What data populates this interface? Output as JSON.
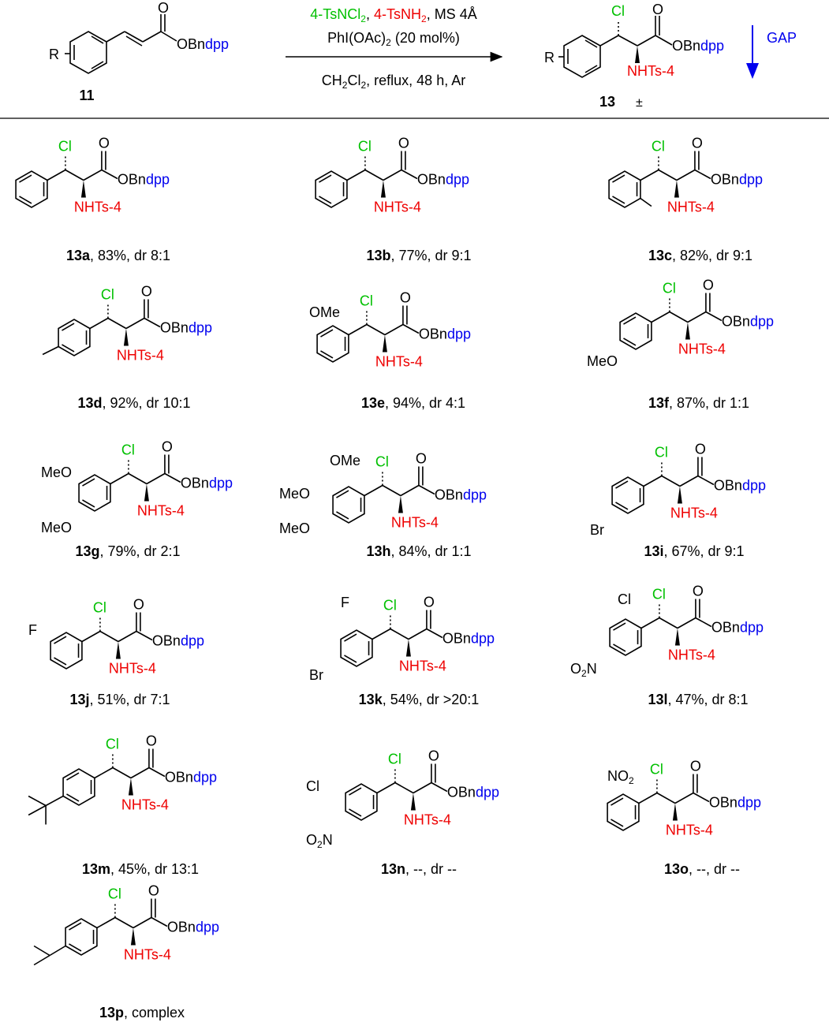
{
  "colors": {
    "green": "#00c000",
    "red": "#ee0000",
    "blue": "#0000ee",
    "black": "#000000"
  },
  "scheme": {
    "reactant_label": "11",
    "r_group": "R",
    "ester_o": "O",
    "ester_group": "OBn",
    "ester_suffix": "dpp",
    "reagent_tsncl": "4-TsNCl",
    "reagent_tsncl_sub": "2",
    "reagent_tsnh": "4-TsNH",
    "reagent_tsnh_sub": "2",
    "reagent_ms": ", MS 4Å",
    "oxidant": "PhI(OAc)",
    "oxidant_sub": "2",
    "oxidant_load": " (20 mol%)",
    "solvent": "CH",
    "solvent_sub1": "2",
    "solvent_cl": "Cl",
    "solvent_sub2": "2",
    "conditions": ", reflux, 48 h, Ar",
    "product_label": "13",
    "racemic": "±",
    "cl": "Cl",
    "nhts": "NHTs-4",
    "gap": "GAP"
  },
  "compounds": [
    {
      "id": "13a",
      "yield": ", 83%, dr 8:1"
    },
    {
      "id": "13b",
      "yield": ", 77%, dr 9:1"
    },
    {
      "id": "13c",
      "yield": ", 82%, dr 9:1"
    },
    {
      "id": "13d",
      "yield": ", 92%, dr 10:1"
    },
    {
      "id": "13e",
      "yield": ", 94%, dr 4:1",
      "sub": "OMe"
    },
    {
      "id": "13f",
      "yield": ", 87%, dr 1:1",
      "sub": "MeO"
    },
    {
      "id": "13g",
      "yield": ", 79%, dr 2:1",
      "sub": "MeO",
      "sub2": "MeO"
    },
    {
      "id": "13h",
      "yield": ", 84%, dr 1:1",
      "sub": "OMe",
      "sub2": "MeO",
      "sub3": "MeO"
    },
    {
      "id": "13i",
      "yield": ", 67%, dr 9:1",
      "sub": "Br"
    },
    {
      "id": "13j",
      "yield": ", 51%, dr 7:1",
      "sub": "F"
    },
    {
      "id": "13k",
      "yield": ", 54%, dr >20:1",
      "sub": "F",
      "sub2": "Br"
    },
    {
      "id": "13l",
      "yield": ", 47%, dr 8:1",
      "sub": "Cl",
      "sub2": "O",
      "sub2_sub": "2",
      "sub2_n": "N"
    },
    {
      "id": "13m",
      "yield": ", 45%, dr 13:1"
    },
    {
      "id": "13n",
      "yield": ", --, dr --",
      "sub": "Cl",
      "sub2": "O",
      "sub2_sub": "2",
      "sub2_n": "N"
    },
    {
      "id": "13o",
      "yield": ", --, dr --",
      "sub": "NO",
      "sub_sub": "2"
    },
    {
      "id": "13p",
      "yield": ", complex"
    }
  ]
}
